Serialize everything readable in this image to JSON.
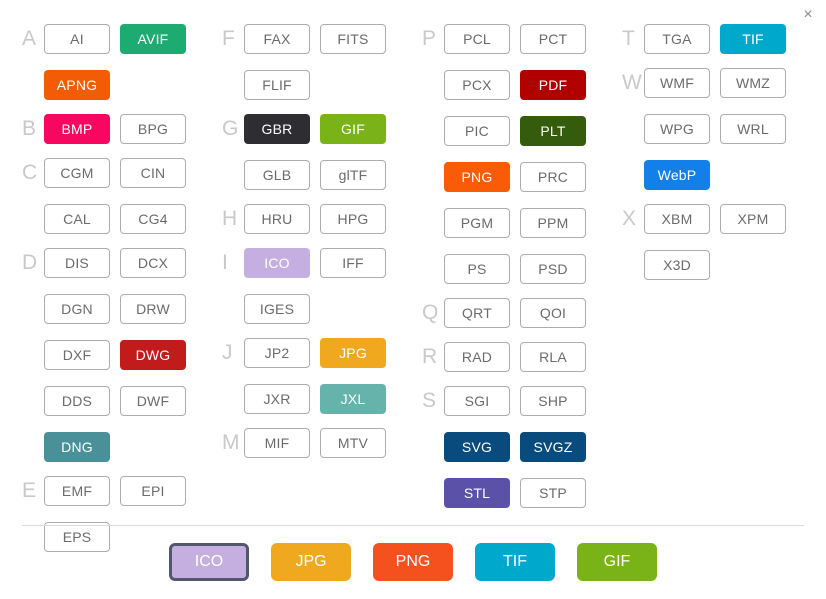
{
  "window": {
    "close_label": "×",
    "close_icon": "close-icon"
  },
  "colors": {
    "outline_border": "#adadad",
    "outline_text": "#6b6b6b",
    "letter": "#c9c9c9",
    "divider": "#dcdcdc",
    "selected_border": "#52576b"
  },
  "columns": [
    {
      "groups": [
        {
          "letter": "A",
          "rows": [
            [
              {
                "label": "AI",
                "filled": false
              },
              {
                "label": "AVIF",
                "filled": true,
                "color": "#1eab71"
              }
            ],
            [
              {
                "label": "APNG",
                "filled": true,
                "color": "#f25c05"
              }
            ]
          ]
        },
        {
          "letter": "B",
          "rows": [
            [
              {
                "label": "BMP",
                "filled": true,
                "color": "#f7075f"
              },
              {
                "label": "BPG",
                "filled": false
              }
            ]
          ]
        },
        {
          "letter": "C",
          "rows": [
            [
              {
                "label": "CGM",
                "filled": false
              },
              {
                "label": "CIN",
                "filled": false
              }
            ],
            [
              {
                "label": "CAL",
                "filled": false
              },
              {
                "label": "CG4",
                "filled": false
              }
            ]
          ]
        },
        {
          "letter": "D",
          "rows": [
            [
              {
                "label": "DIS",
                "filled": false
              },
              {
                "label": "DCX",
                "filled": false
              }
            ],
            [
              {
                "label": "DGN",
                "filled": false
              },
              {
                "label": "DRW",
                "filled": false
              }
            ],
            [
              {
                "label": "DXF",
                "filled": false
              },
              {
                "label": "DWG",
                "filled": true,
                "color": "#c11b1b"
              }
            ],
            [
              {
                "label": "DDS",
                "filled": false
              },
              {
                "label": "DWF",
                "filled": false
              }
            ],
            [
              {
                "label": "DNG",
                "filled": true,
                "color": "#4a9099"
              }
            ]
          ]
        },
        {
          "letter": "E",
          "rows": [
            [
              {
                "label": "EMF",
                "filled": false
              },
              {
                "label": "EPI",
                "filled": false
              }
            ],
            [
              {
                "label": "EPS",
                "filled": false
              }
            ]
          ]
        }
      ]
    },
    {
      "groups": [
        {
          "letter": "F",
          "rows": [
            [
              {
                "label": "FAX",
                "filled": false
              },
              {
                "label": "FITS",
                "filled": false
              }
            ],
            [
              {
                "label": "FLIF",
                "filled": false
              }
            ]
          ]
        },
        {
          "letter": "G",
          "rows": [
            [
              {
                "label": "GBR",
                "filled": true,
                "color": "#2e2e32"
              },
              {
                "label": "GIF",
                "filled": true,
                "color": "#7ab317"
              }
            ],
            [
              {
                "label": "GLB",
                "filled": false
              },
              {
                "label": "glTF",
                "filled": false
              }
            ]
          ]
        },
        {
          "letter": "H",
          "rows": [
            [
              {
                "label": "HRU",
                "filled": false
              },
              {
                "label": "HPG",
                "filled": false
              }
            ]
          ]
        },
        {
          "letter": "I",
          "rows": [
            [
              {
                "label": "ICO",
                "filled": true,
                "color": "#c5aee0"
              },
              {
                "label": "IFF",
                "filled": false
              }
            ],
            [
              {
                "label": "IGES",
                "filled": false
              }
            ]
          ]
        },
        {
          "letter": "J",
          "rows": [
            [
              {
                "label": "JP2",
                "filled": false
              },
              {
                "label": "JPG",
                "filled": true,
                "color": "#f0a81e"
              }
            ],
            [
              {
                "label": "JXR",
                "filled": false
              },
              {
                "label": "JXL",
                "filled": true,
                "color": "#65b3ab"
              }
            ]
          ]
        },
        {
          "letter": "M",
          "rows": [
            [
              {
                "label": "MIF",
                "filled": false
              },
              {
                "label": "MTV",
                "filled": false
              }
            ]
          ]
        }
      ]
    },
    {
      "groups": [
        {
          "letter": "P",
          "rows": [
            [
              {
                "label": "PCL",
                "filled": false
              },
              {
                "label": "PCT",
                "filled": false
              }
            ],
            [
              {
                "label": "PCX",
                "filled": false
              },
              {
                "label": "PDF",
                "filled": true,
                "color": "#b00000"
              }
            ],
            [
              {
                "label": "PIC",
                "filled": false
              },
              {
                "label": "PLT",
                "filled": true,
                "color": "#355b0d"
              }
            ],
            [
              {
                "label": "PNG",
                "filled": true,
                "color": "#f95b06"
              },
              {
                "label": "PRC",
                "filled": false
              }
            ],
            [
              {
                "label": "PGM",
                "filled": false
              },
              {
                "label": "PPM",
                "filled": false
              }
            ],
            [
              {
                "label": "PS",
                "filled": false
              },
              {
                "label": "PSD",
                "filled": false
              }
            ]
          ]
        },
        {
          "letter": "Q",
          "rows": [
            [
              {
                "label": "QRT",
                "filled": false
              },
              {
                "label": "QOI",
                "filled": false
              }
            ]
          ]
        },
        {
          "letter": "R",
          "rows": [
            [
              {
                "label": "RAD",
                "filled": false
              },
              {
                "label": "RLA",
                "filled": false
              }
            ]
          ]
        },
        {
          "letter": "S",
          "rows": [
            [
              {
                "label": "SGI",
                "filled": false
              },
              {
                "label": "SHP",
                "filled": false
              }
            ],
            [
              {
                "label": "SVG",
                "filled": true,
                "color": "#0a4b7d"
              },
              {
                "label": "SVGZ",
                "filled": true,
                "color": "#0a4b7d"
              }
            ],
            [
              {
                "label": "STL",
                "filled": true,
                "color": "#5b51a8"
              },
              {
                "label": "STP",
                "filled": false
              }
            ]
          ]
        }
      ]
    },
    {
      "groups": [
        {
          "letter": "T",
          "rows": [
            [
              {
                "label": "TGA",
                "filled": false
              },
              {
                "label": "TIF",
                "filled": true,
                "color": "#00a8cc"
              }
            ]
          ]
        },
        {
          "letter": "W",
          "rows": [
            [
              {
                "label": "WMF",
                "filled": false
              },
              {
                "label": "WMZ",
                "filled": false
              }
            ],
            [
              {
                "label": "WPG",
                "filled": false
              },
              {
                "label": "WRL",
                "filled": false
              }
            ],
            [
              {
                "label": "WebP",
                "filled": true,
                "color": "#1280e8"
              }
            ]
          ]
        },
        {
          "letter": "X",
          "rows": [
            [
              {
                "label": "XBM",
                "filled": false
              },
              {
                "label": "XPM",
                "filled": false
              }
            ],
            [
              {
                "label": "X3D",
                "filled": false
              }
            ]
          ]
        }
      ]
    }
  ],
  "recent": {
    "items": [
      {
        "label": "ICO",
        "color": "#c5aee0",
        "selected": true
      },
      {
        "label": "JPG",
        "color": "#f0a81e",
        "selected": false
      },
      {
        "label": "PNG",
        "color": "#f4511e",
        "selected": false
      },
      {
        "label": "TIF",
        "color": "#00a8cc",
        "selected": false
      },
      {
        "label": "GIF",
        "color": "#7ab317",
        "selected": false
      }
    ]
  }
}
